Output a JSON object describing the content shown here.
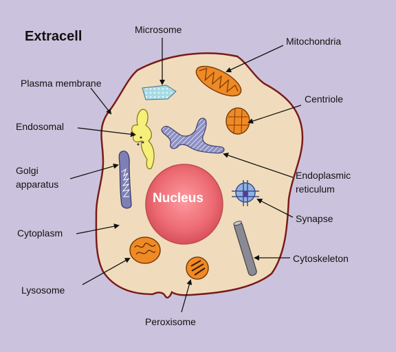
{
  "title": "Extracell",
  "nucleus": "Nucleus",
  "labels": {
    "microsome": "Microsome",
    "mitochondria": "Mitochondria",
    "plasma_membrane": "Plasma membrane",
    "centriole": "Centriole",
    "endosomal": "Endosomal",
    "golgi_line1": "Golgi",
    "golgi_line2": "apparatus",
    "er_line1": "Endoplasmic",
    "er_line2": "reticulum",
    "synapse": "Synapse",
    "cytoplasm": "Cytoplasm",
    "cytoskeleton": "Cytoskeleton",
    "lysosome": "Lysosome",
    "peroxisome": "Peroxisome"
  },
  "colors": {
    "background": "#cbc3dd",
    "cytoplasm": "#f0dcbc",
    "membrane": "#7a1a1a",
    "nucleus": "#e8606a",
    "organelle_orange": "#f08a24",
    "golgi": "#7d7fb5",
    "endosomal": "#f6ef7a",
    "microsome": "#9fd8d8"
  }
}
